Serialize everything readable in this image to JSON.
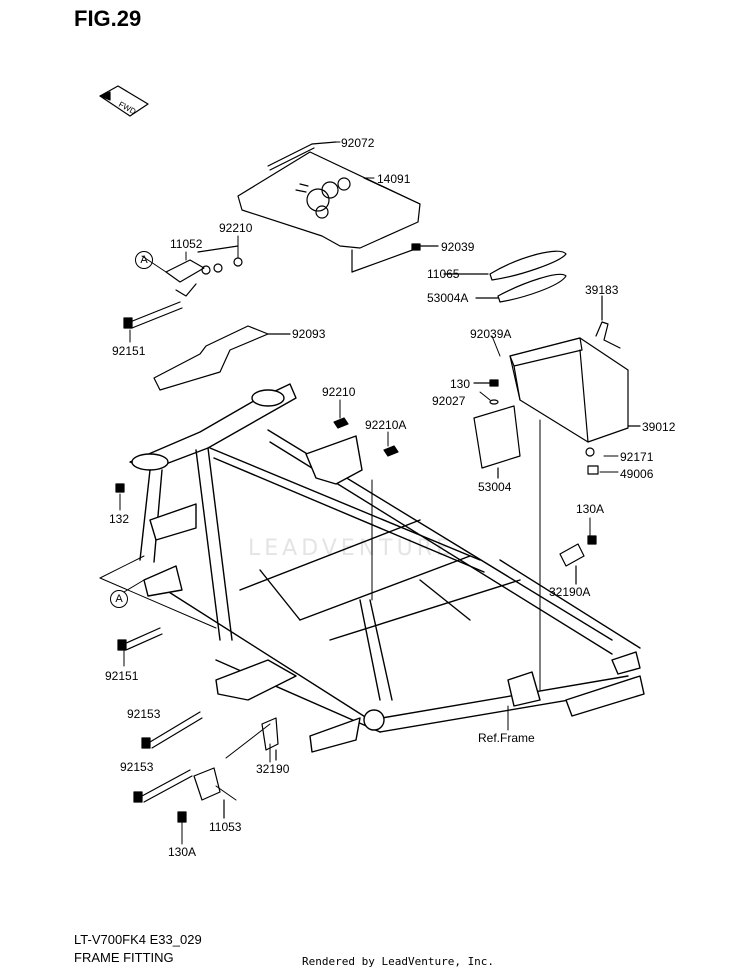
{
  "figure_title": "FIG.29",
  "direction_badge": "FWD",
  "ref_markers": [
    "A",
    "A"
  ],
  "watermark": "LEADVENTURE",
  "part_labels": {
    "p92072": "92072",
    "p14091": "14091",
    "p92210_top": "92210",
    "p11052": "11052",
    "p92039": "92039",
    "p11065": "11065",
    "p53004A": "53004A",
    "p39183": "39183",
    "p92151_top": "92151",
    "p92093": "92093",
    "p92039A": "92039A",
    "p130": "130",
    "p92027": "92027",
    "p92210_mid": "92210",
    "p92210A": "92210A",
    "p39012": "39012",
    "p92171": "92171",
    "p49006": "49006",
    "p132": "132",
    "p53004": "53004",
    "p130A_right": "130A",
    "p32190A": "32190A",
    "p92151_mid": "92151",
    "p92153_a": "92153",
    "p92153_b": "92153",
    "p32190": "32190",
    "p11053": "11053",
    "p130A_bottom": "130A",
    "ref_frame": "Ref.Frame"
  },
  "footer": {
    "model_code": "LT-V700FK4 E33_029",
    "section_name": "FRAME FITTING",
    "rendered_by": "Rendered by LeadVenture, Inc."
  }
}
